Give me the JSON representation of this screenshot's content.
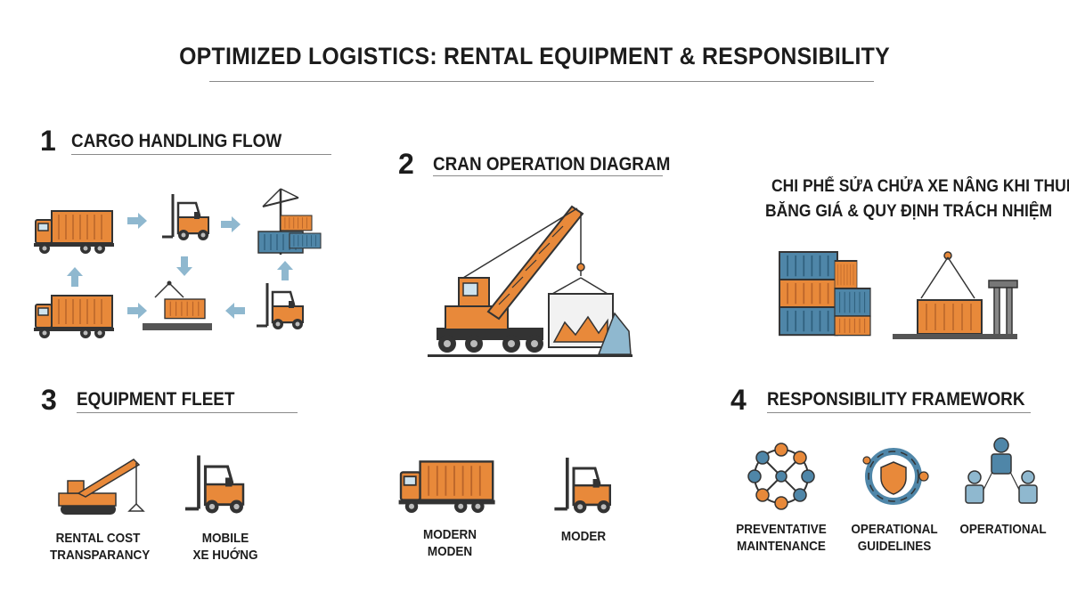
{
  "title": "OPTIMIZED LOGISTICS: RENTAL EQUIPMENT & RESPONSIBILITY",
  "sections": [
    {
      "number": "1",
      "title": "CARGO HANDLING FLOW"
    },
    {
      "number": "2",
      "title": "CRAN OPERATION DIAGRAM"
    },
    {
      "number": "3",
      "title": "EQUIPMENT FLEET"
    },
    {
      "number": "4",
      "title": "RESPONSIBILITY FRAMEWORK"
    }
  ],
  "vietnamese_heading": {
    "line1": "CHI PHẾ SỬA CHỬA XE NÂNG KHI THUỆ",
    "line2": "BĂNG GIÁ & QUY ĐỊNH TRÁCH NHIỆM"
  },
  "fleet_captions": {
    "crane": [
      "RENTAL COST",
      "TRANSPARANCY"
    ],
    "forklift": [
      "MOBILE",
      "XE HUỚNG"
    ],
    "truck": [
      "MODERN",
      "MODEN"
    ],
    "forklift2": [
      "MODER"
    ]
  },
  "framework_captions": {
    "maintenance": [
      "PREVENTATIVE",
      "MAINTENANCE"
    ],
    "guidelines": [
      "OPERATIONAL",
      "GUIDELINES"
    ],
    "operational": [
      "OPERATIONAL"
    ]
  },
  "colors": {
    "orange": "#e8893a",
    "dark_orange": "#c86a24",
    "blue": "#4f86a8",
    "light_blue": "#8fb8cf",
    "ink": "#333333",
    "gray": "#6f6f6f"
  },
  "icons": [
    "truck-icon",
    "forklift-icon",
    "crane-icon",
    "container-icon",
    "arrow-icon",
    "network-icon",
    "gear-shield-icon",
    "team-icon"
  ]
}
